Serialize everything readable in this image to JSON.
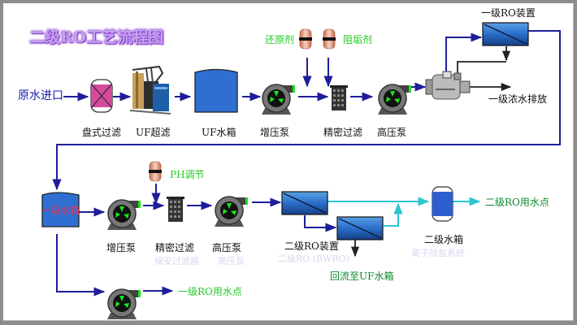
{
  "title": "二级RO工艺流程图",
  "colors": {
    "flow_line": "#1e1e9a",
    "permeate_line": "#2cc5d0",
    "title_glow": "#8f3fd9",
    "label_green": "#22cc22",
    "label_dark_green": "#0c8a2c",
    "tank_blue": "#2f6fd1",
    "pump_green": "#19e619"
  },
  "stage1": {
    "inlet_label": "原水进口",
    "disc_filter_label": "盘式过滤",
    "uf_label": "UF超滤",
    "uf_tank_label": "UF水箱",
    "booster_pump_label": "增压泵",
    "reductant_label": "还原剂",
    "antiscalant_label": "阻垢剂",
    "cartridge_filter_label": "精密过滤",
    "hp_pump_label": "高压泵",
    "ro_unit_label": "一级RO装置",
    "concentrate_label": "一级浓水排放"
  },
  "stage2": {
    "tank1_label": "一级水箱",
    "booster_pump_label": "增压泵",
    "ph_label": "PH调节",
    "cartridge_filter_label": "精密过滤",
    "hp_pump_label": "高压泵",
    "ro_unit_label": "二级RO装置",
    "reflux_label": "回流至UF水箱",
    "tank2_label": "二级水箱",
    "ro2_use_point_label": "二级RO用水点",
    "ro1_use_point_label": "一级RO用水点"
  },
  "ghost_text": {
    "g1": "二级RO (BWRO)",
    "g2": "离子除盐系统",
    "g3": "保安过滤器",
    "g4": "高压泵"
  }
}
